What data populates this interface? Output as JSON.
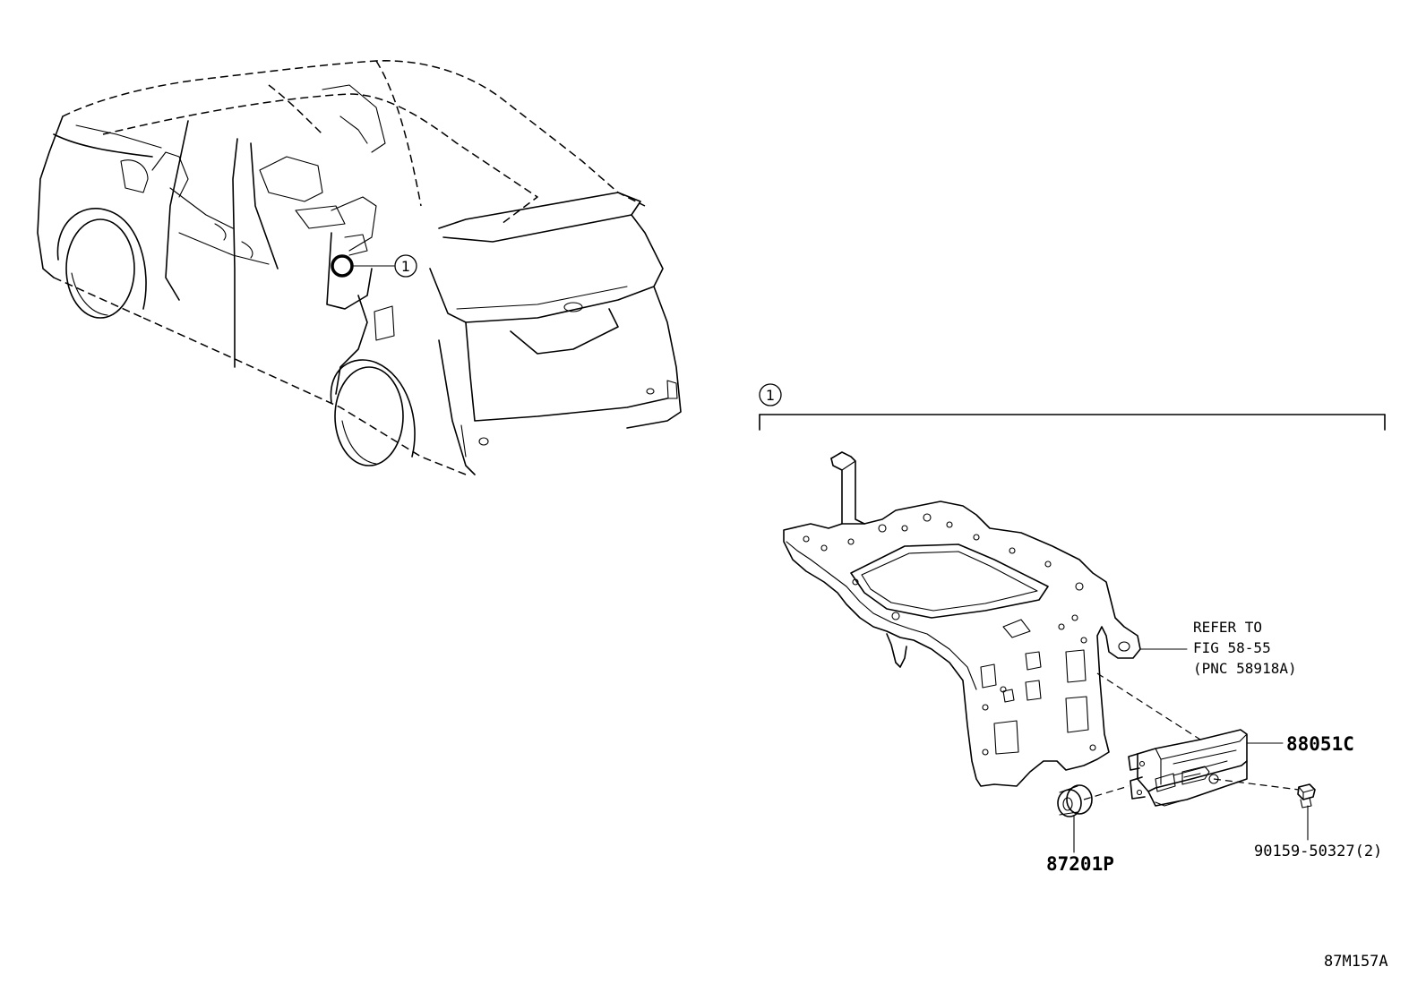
{
  "callout": {
    "number": "1"
  },
  "parts": {
    "module": "88051C",
    "grommet": "87201P",
    "bolt": "90159-50327(2)"
  },
  "refer_note": {
    "line1": "REFER TO",
    "line2": "FIG 58-55",
    "line3": "(PNC 58918A)"
  },
  "figure_code": "87M157A"
}
